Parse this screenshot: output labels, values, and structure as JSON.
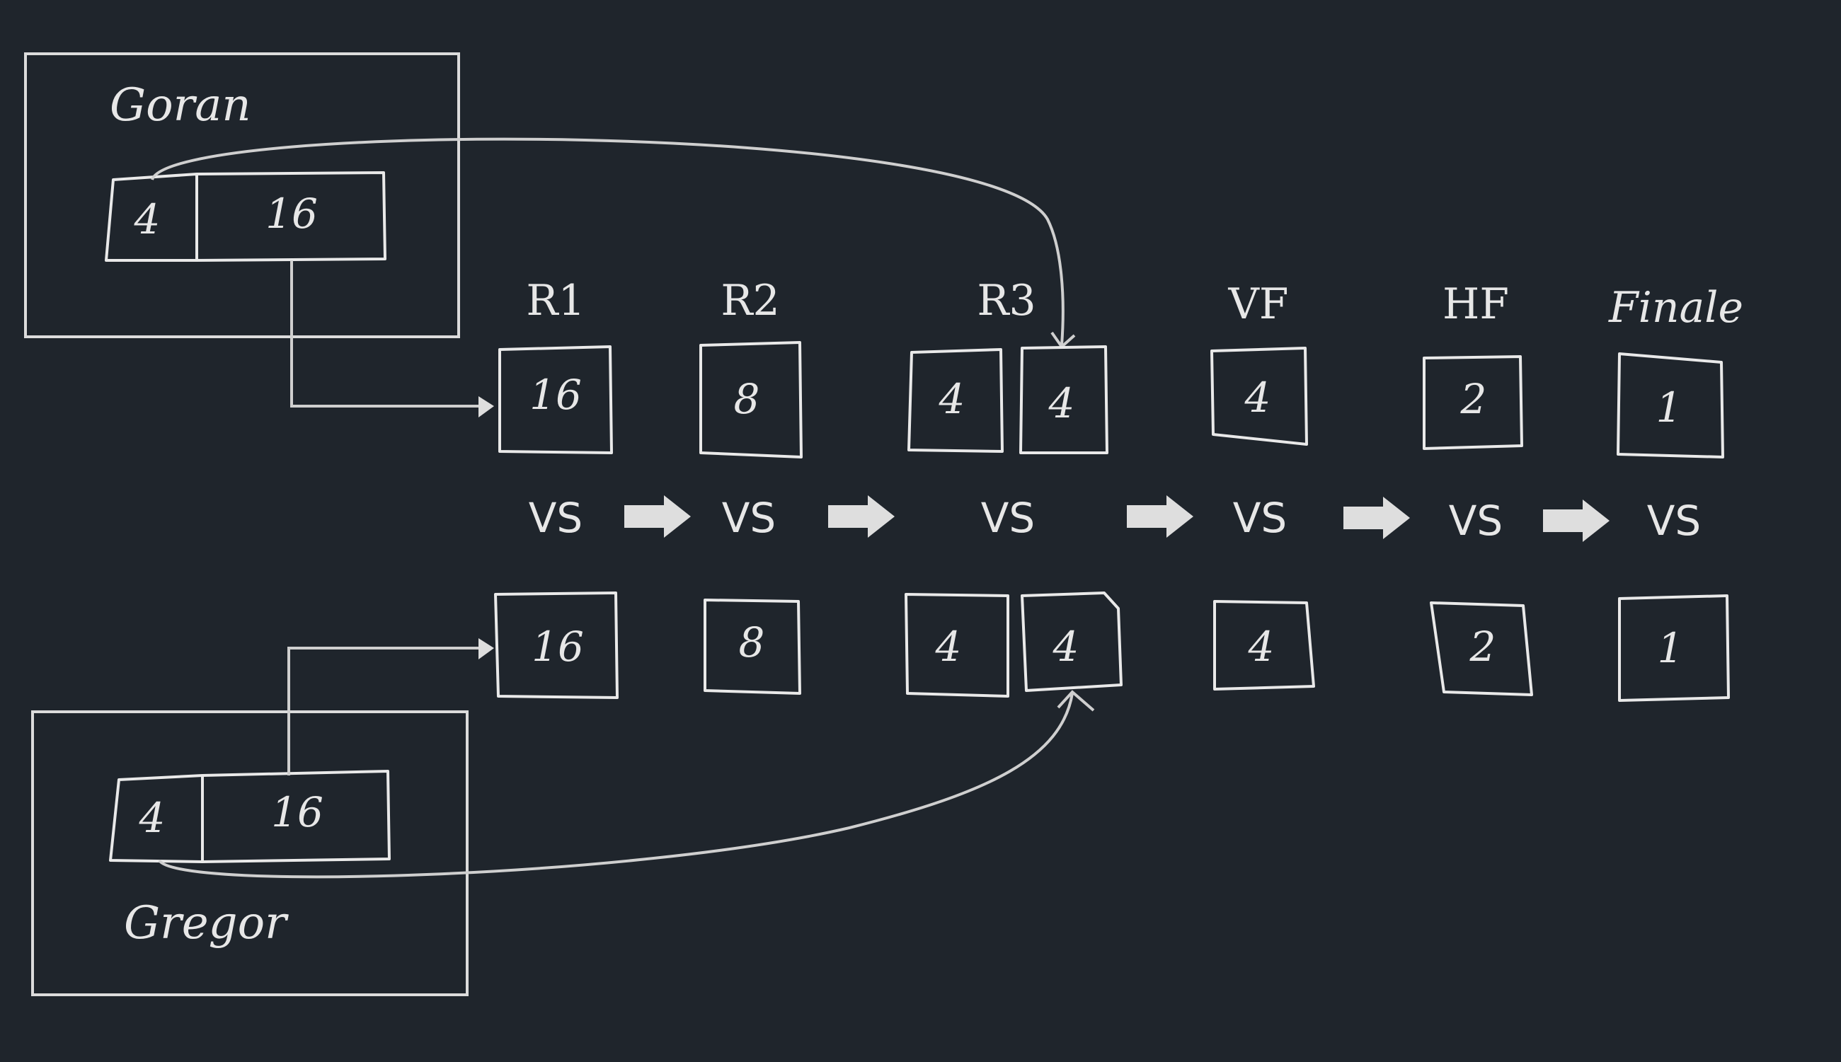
{
  "players": {
    "top": {
      "name": "Goran",
      "left_value": "4",
      "right_value": "16"
    },
    "bottom": {
      "name": "Gregor",
      "left_value": "4",
      "right_value": "16"
    }
  },
  "rounds": [
    {
      "label": "R1",
      "top": [
        "16"
      ],
      "vs": "VS",
      "bottom": [
        "16"
      ]
    },
    {
      "label": "R2",
      "top": [
        "8"
      ],
      "vs": "VS",
      "bottom": [
        "8"
      ]
    },
    {
      "label": "R3",
      "top": [
        "4",
        "4"
      ],
      "vs": "VS",
      "bottom": [
        "4",
        "4"
      ]
    },
    {
      "label": "VF",
      "top": [
        "4"
      ],
      "vs": "VS",
      "bottom": [
        "4"
      ]
    },
    {
      "label": "HF",
      "top": [
        "2"
      ],
      "vs": "VS",
      "bottom": [
        "2"
      ]
    },
    {
      "label": "Finale",
      "top": [
        "1"
      ],
      "vs": "VS",
      "bottom": [
        "1"
      ]
    }
  ],
  "colors": {
    "background": "#1f252c",
    "stroke": "#e9e9e9"
  }
}
